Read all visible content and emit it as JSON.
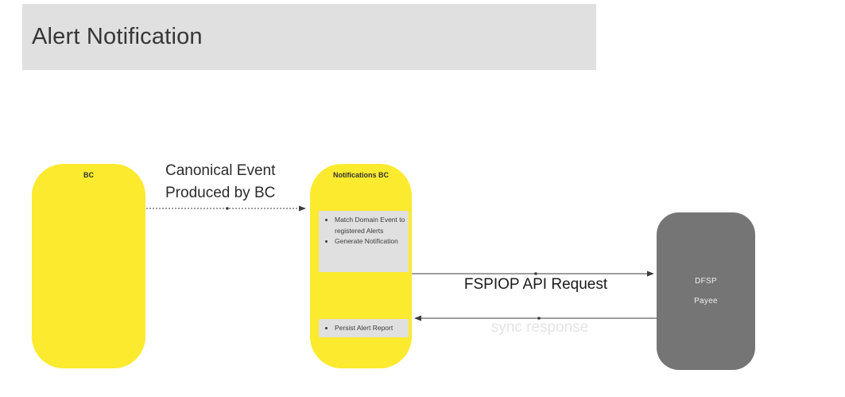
{
  "title": "Alert Notification",
  "nodes": {
    "bc": {
      "label": "BC"
    },
    "notifications_bc": {
      "label": "Notifications BC",
      "process_box": {
        "items": [
          "Match Domain Event to registered Alerts",
          "Generate Notification"
        ]
      },
      "persist_box": {
        "items": [
          "Persist Alert Report"
        ]
      }
    },
    "dfsp": {
      "label": "DFSP",
      "sublabel": "Payee"
    }
  },
  "edges": {
    "canonical_event": {
      "label_line1": "Canonical Event",
      "label_line2": "Produced by BC",
      "style": "dashed",
      "from": "BC",
      "to": "Notifications BC"
    },
    "fspiop_request": {
      "label": "FSPIOP API Request",
      "style": "solid",
      "from": "Notifications BC",
      "to": "DFSP Payee"
    },
    "sync_response": {
      "label": "sync response",
      "style": "solid",
      "from": "DFSP Payee",
      "to": "Notifications BC"
    }
  },
  "colors": {
    "node_yellow": "#FBEA2E",
    "title_bar_bg": "#E0E0E0",
    "inner_box_bg": "#E0E0E0",
    "dfsp_gray": "#757575",
    "sync_response_text": "#E4E4E4",
    "arrow_stroke": "#3D3D3D",
    "title_text": "#363636"
  }
}
